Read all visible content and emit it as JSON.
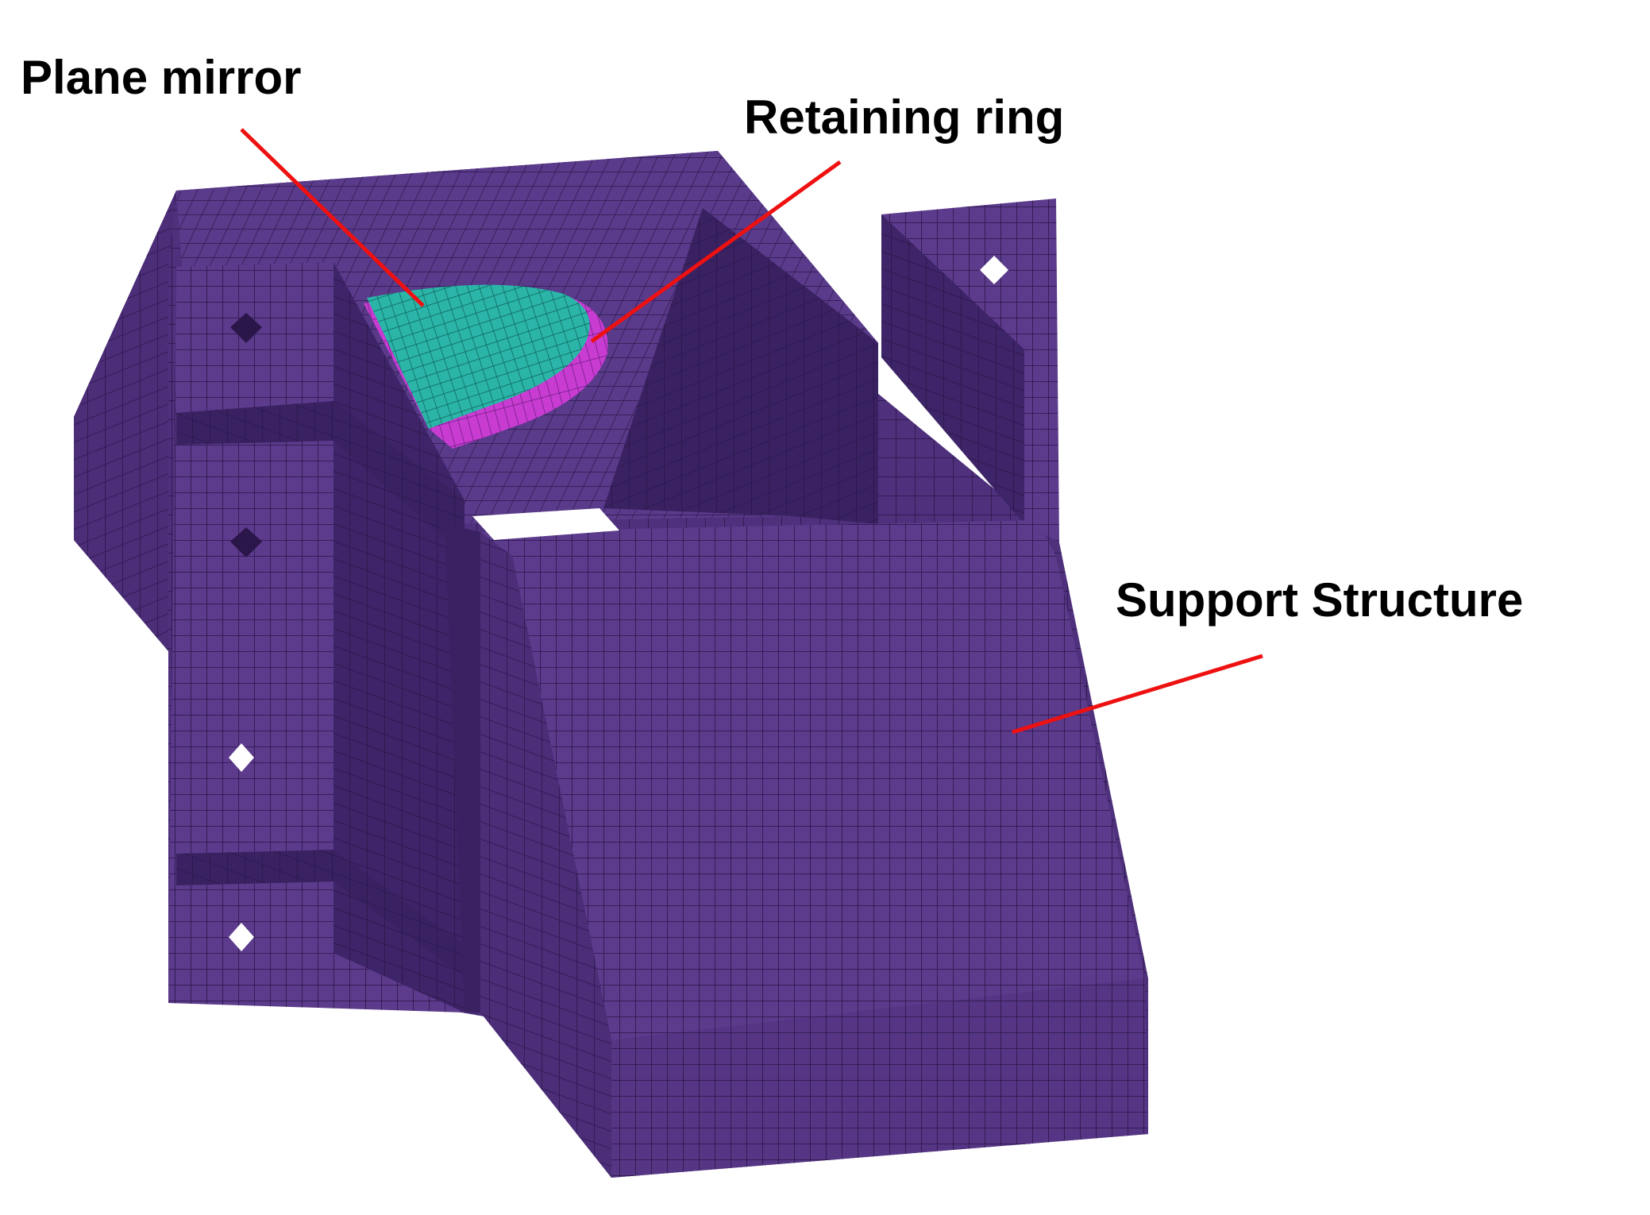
{
  "labels": {
    "plane_mirror": "Plane mirror",
    "retaining_ring": "Retaining ring",
    "support_structure": "Support Structure"
  },
  "colors": {
    "structure_face": "#5c3a8c",
    "structure_dark": "#3e2468",
    "structure_mid": "#4e307c",
    "structure_light": "#6a48a0",
    "mesh_line": "#2a1648",
    "mirror": "#2ab5a8",
    "ring": "#c83cd2",
    "leader_line": "#ee1111",
    "label_text": "#000000"
  }
}
